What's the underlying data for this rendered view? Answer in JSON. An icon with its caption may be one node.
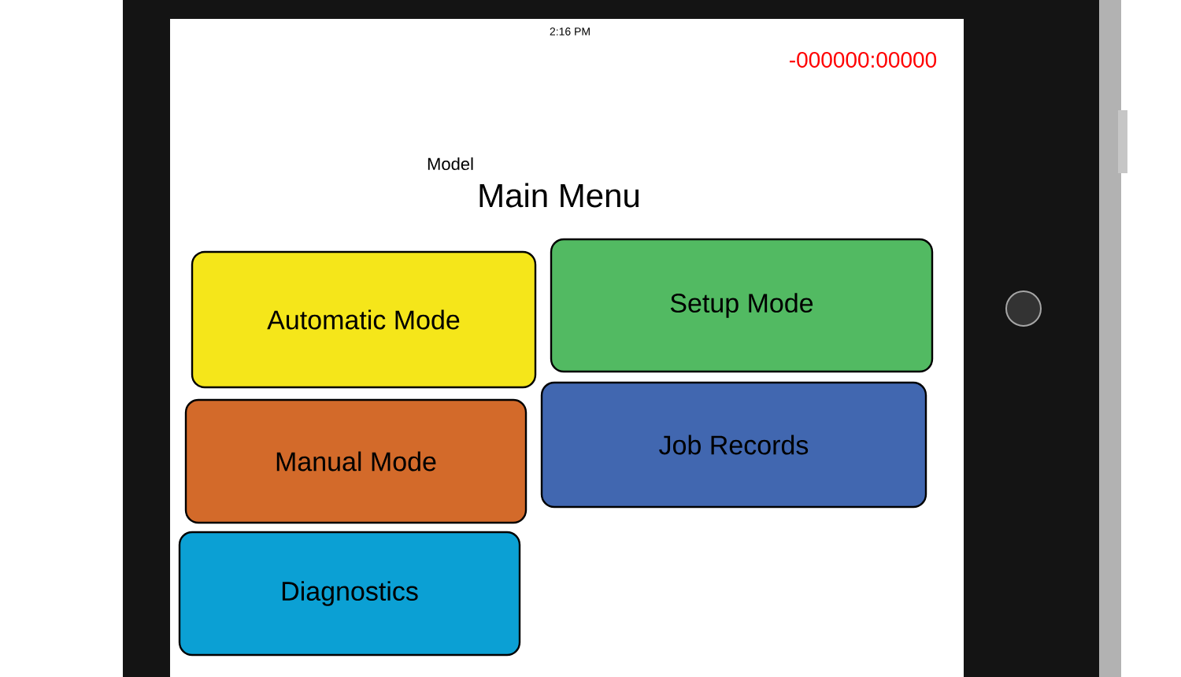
{
  "diagram": {
    "title": "Main Menu",
    "nodes": [
      {
        "text": [
          "Automatic Mode"
        ]
      },
      {
        "text": [
          "Setup Mode"
        ]
      },
      {
        "text": [
          "Manual Mode"
        ]
      },
      {
        "text": [
          "Job Records"
        ]
      },
      {
        "text": [
          "Diagnostics"
        ]
      }
    ],
    "labels": [
      "2:16 PM",
      "-000000:00000",
      "Model"
    ]
  }
}
